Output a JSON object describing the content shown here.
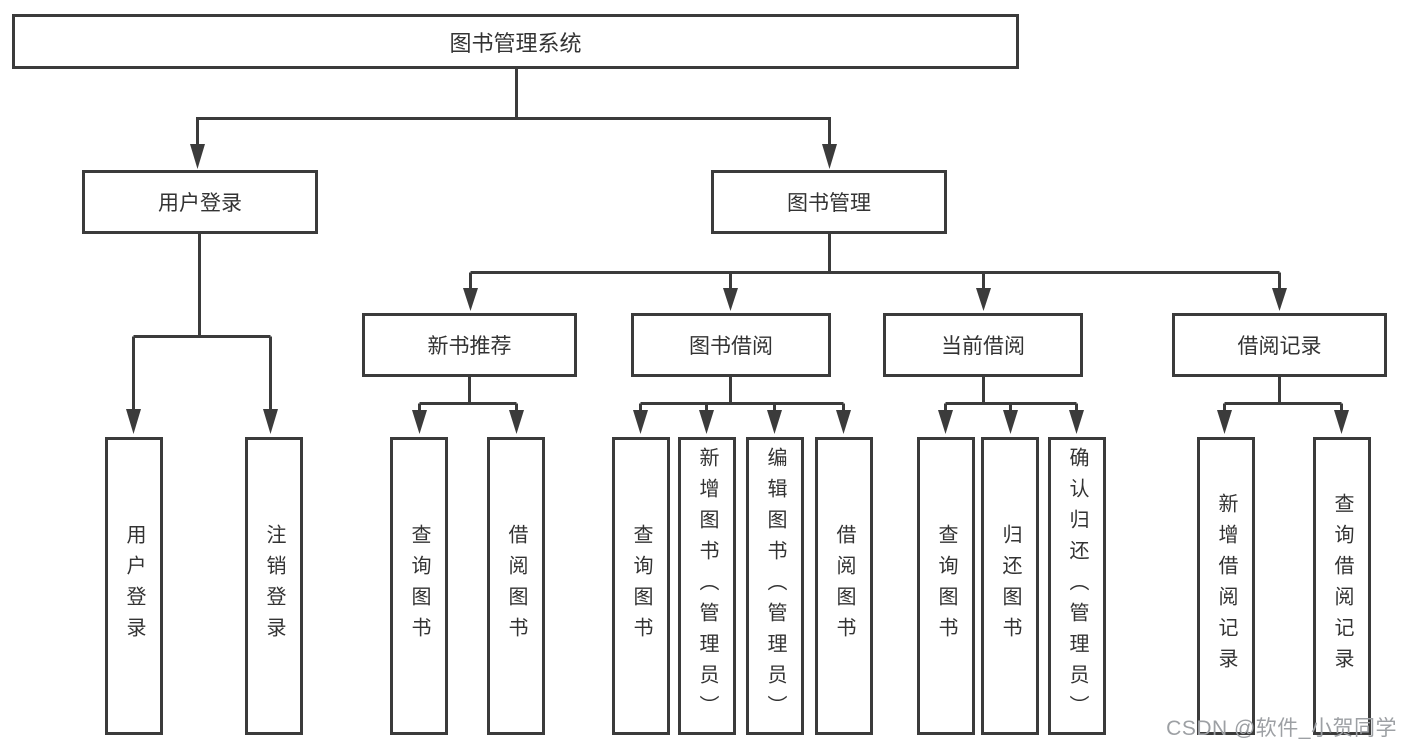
{
  "diagram": {
    "root": {
      "label": "图书管理系统"
    },
    "branches": [
      {
        "label": "用户登录",
        "children": [
          {
            "label": "用户登录"
          },
          {
            "label": "注销登录"
          }
        ]
      },
      {
        "label": "图书管理",
        "children": [
          {
            "label": "新书推荐",
            "children": [
              {
                "label": "查询图书"
              },
              {
                "label": "借阅图书"
              }
            ]
          },
          {
            "label": "图书借阅",
            "children": [
              {
                "label": "查询图书"
              },
              {
                "label": "新增图书（管理员）"
              },
              {
                "label": "编辑图书（管理员）"
              },
              {
                "label": "借阅图书"
              }
            ]
          },
          {
            "label": "当前借阅",
            "children": [
              {
                "label": "查询图书"
              },
              {
                "label": "归还图书"
              },
              {
                "label": "确认归还（管理员）"
              }
            ]
          },
          {
            "label": "借阅记录",
            "children": [
              {
                "label": "新增借阅记录"
              },
              {
                "label": "查询借阅记录"
              }
            ]
          }
        ]
      }
    ],
    "watermark": "CSDN @软件_小贺同学",
    "colors": {
      "line": "#3b3b3b",
      "box_border": "#3b3b3b",
      "box_fill": "#ffffff",
      "text": "#333333",
      "watermark": "#9da0a4",
      "background": "#ffffff"
    }
  }
}
